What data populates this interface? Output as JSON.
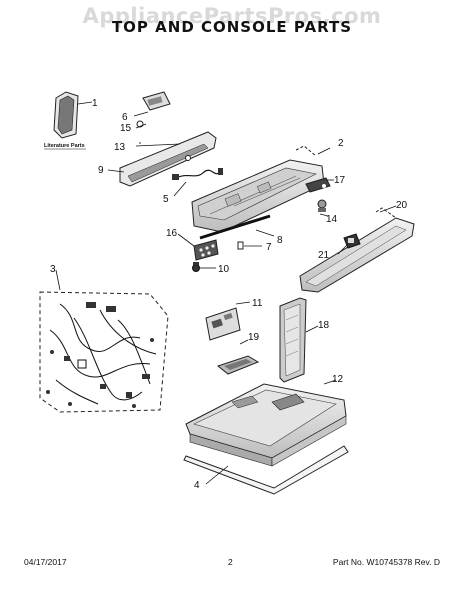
{
  "header": {
    "watermark": "AppliancePartsPros.com",
    "title": "TOP AND CONSOLE PARTS"
  },
  "literature_label": "Literature Parts",
  "callouts": [
    "1",
    "2",
    "3",
    "4",
    "5",
    "6",
    "7",
    "8",
    "9",
    "10",
    "11",
    "12",
    "13",
    "14",
    "15",
    "16",
    "17",
    "18",
    "19",
    "20",
    "21"
  ],
  "footer": {
    "date": "04/17/2017",
    "page": "2",
    "part": "Part No.  W10745378  Rev.  D"
  }
}
